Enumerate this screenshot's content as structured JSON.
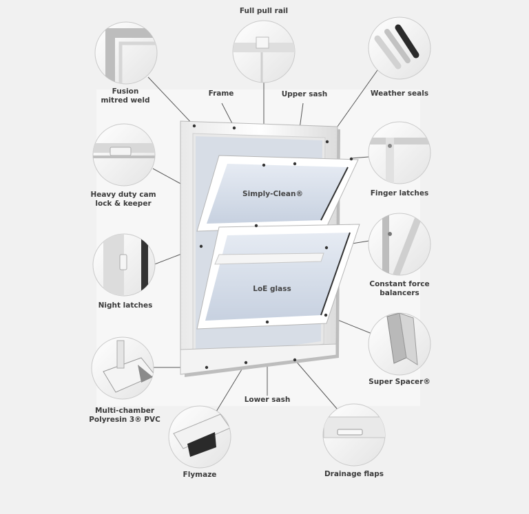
{
  "labels": {
    "full_pull_rail": "Full pull rail",
    "fusion_weld": [
      "Fusion",
      "mitred weld"
    ],
    "frame": "Frame",
    "upper_sash": "Upper sash",
    "weather_seals": "Weather seals",
    "cam_lock": [
      "Heavy duty cam",
      "lock & keeper"
    ],
    "finger_latches": "Finger latches",
    "simply_clean": "Simply-Clean®",
    "night_latches": "Night latches",
    "balancers": [
      "Constant force",
      "balancers"
    ],
    "loe_glass": "LoE glass",
    "super_spacer": "Super Spacer®",
    "pvc": [
      "Multi-chamber",
      "Polyresin 3® PVC"
    ],
    "lower_sash": "Lower sash",
    "flymaze": "Flymaze",
    "drainage": "Drainage flaps"
  },
  "colors": {
    "background": "#f1f1f1",
    "frame": "#ffffff",
    "glass_top": "#dfe5ef",
    "glass_bottom": "#c9d3e2",
    "leader_line": "#555555",
    "label_text": "#3a3a3a"
  }
}
